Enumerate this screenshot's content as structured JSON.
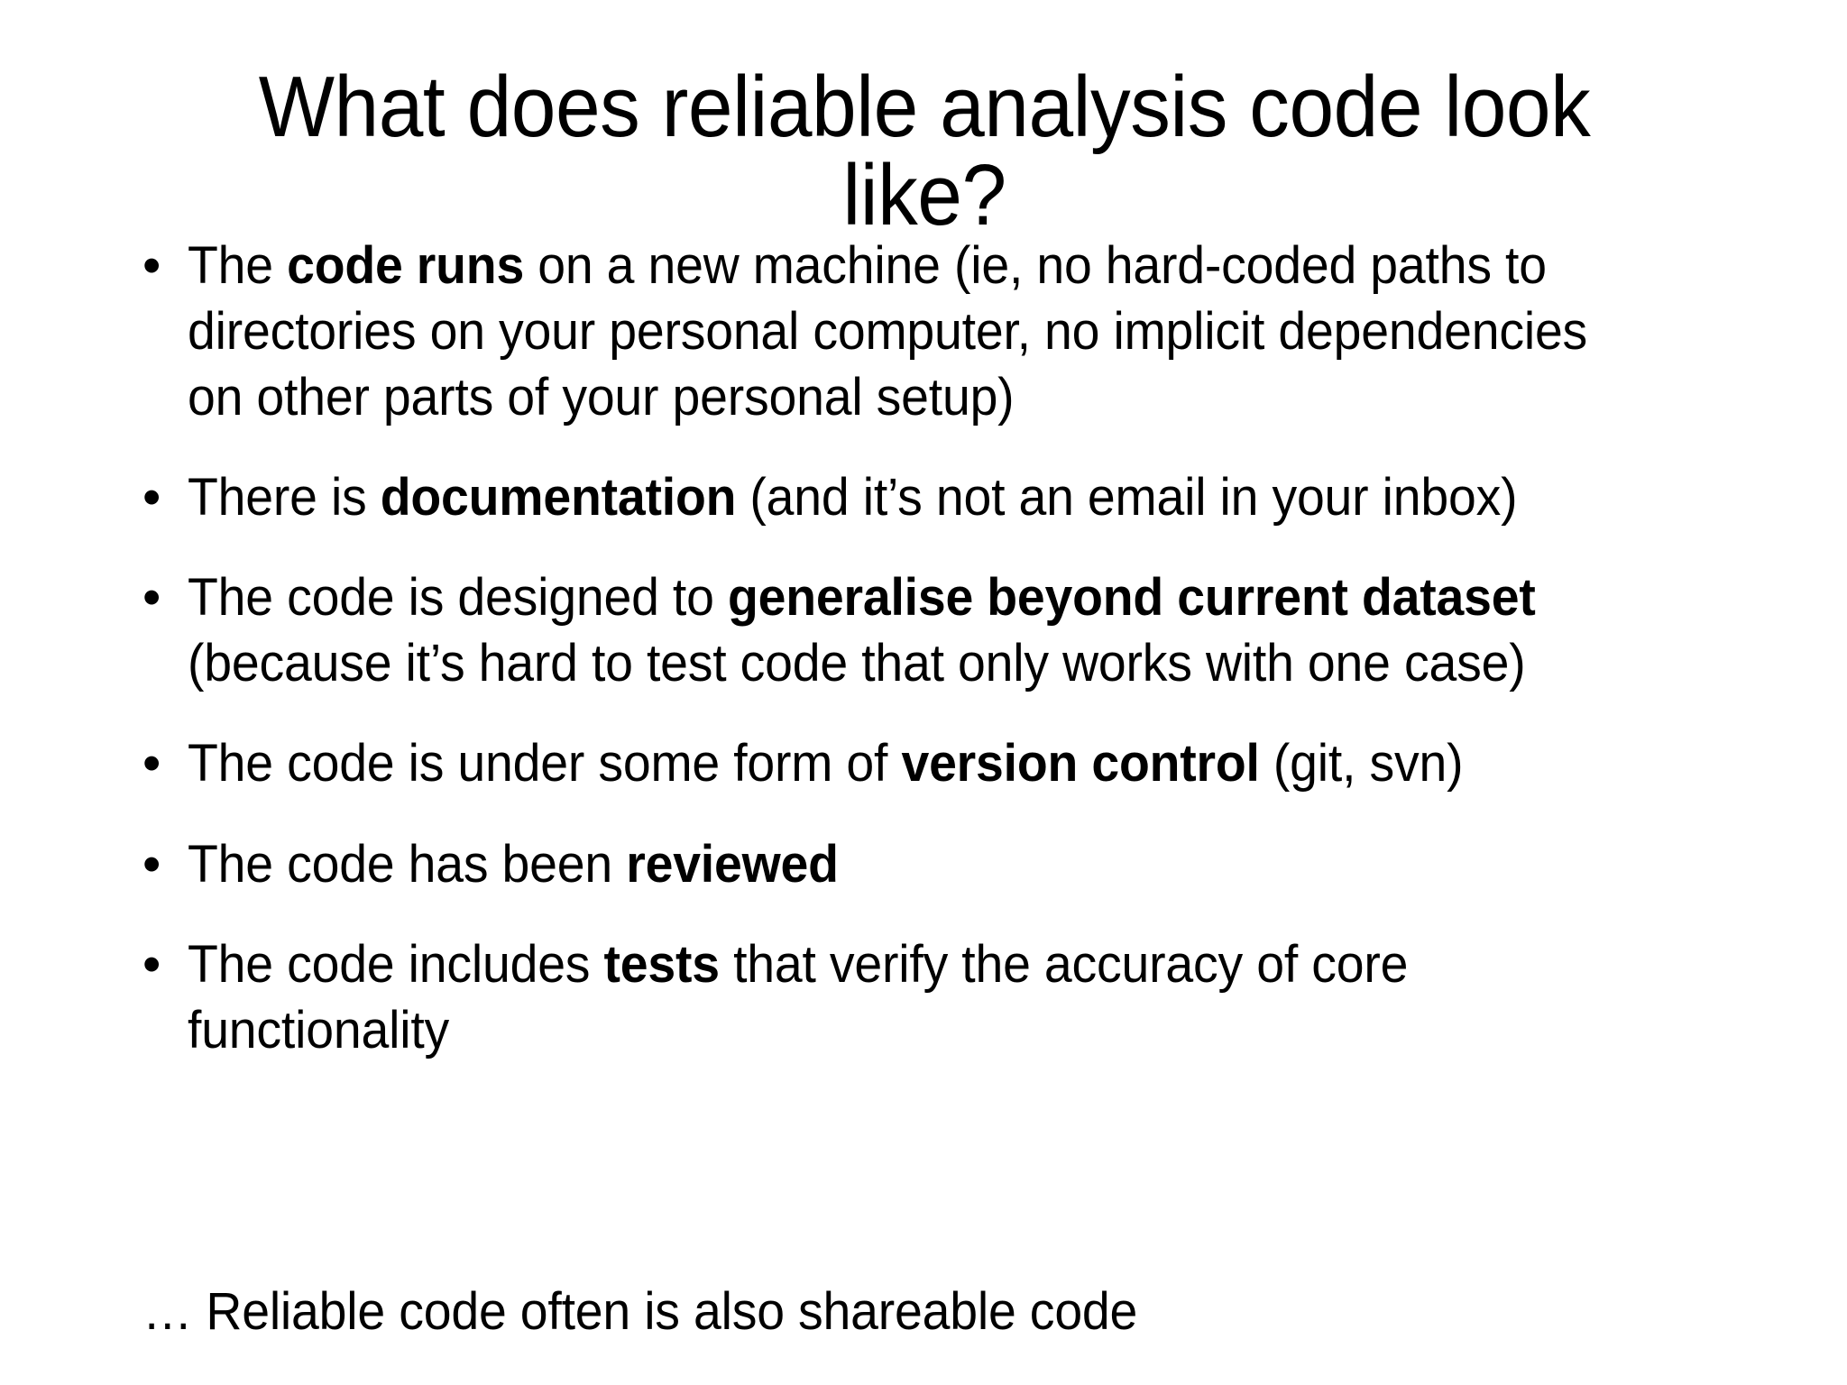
{
  "slide": {
    "title": "What does reliable analysis code look like?",
    "bullet_marker": "•",
    "bullets": [
      {
        "id": "code-runs",
        "segments": [
          {
            "text": "The ",
            "bold": false
          },
          {
            "text": "code runs",
            "bold": true
          },
          {
            "text": " on a new machine (ie, no hard-coded paths to directories on your personal computer, no implicit dependencies on other parts of your personal setup)",
            "bold": false
          }
        ],
        "plain": "The code runs on a new machine (ie, no hard-coded paths to directories on your personal computer, no implicit dependencies on other parts of your personal setup)"
      },
      {
        "id": "documentation",
        "segments": [
          {
            "text": "There is ",
            "bold": false
          },
          {
            "text": "documentation",
            "bold": true
          },
          {
            "text": " (and it’s not an email in your inbox)",
            "bold": false
          }
        ],
        "plain": "There is documentation (and it’s not an email in your inbox)"
      },
      {
        "id": "generalise",
        "segments": [
          {
            "text": "The code is designed to ",
            "bold": false
          },
          {
            "text": "generalise beyond current dataset",
            "bold": true
          },
          {
            "text": " (because it’s hard to test code that only works with one case)",
            "bold": false
          }
        ],
        "plain": "The code is designed to generalise beyond current dataset (because it’s hard to test code that only works with one case)"
      },
      {
        "id": "version-control",
        "segments": [
          {
            "text": "The code is under some form of ",
            "bold": false
          },
          {
            "text": "version control",
            "bold": true
          },
          {
            "text": " (git, svn)",
            "bold": false
          }
        ],
        "plain": "The code is under some form of version control (git, svn)"
      },
      {
        "id": "reviewed",
        "segments": [
          {
            "text": "The code has been ",
            "bold": false
          },
          {
            "text": "reviewed",
            "bold": true
          }
        ],
        "plain": "The code has been reviewed"
      },
      {
        "id": "tests",
        "segments": [
          {
            "text": "The code includes ",
            "bold": false
          },
          {
            "text": "tests",
            "bold": true
          },
          {
            "text": " that verify the accuracy of core functionality",
            "bold": false
          }
        ],
        "plain": "The code includes tests that verify the accuracy of core functionality"
      }
    ],
    "closing_note": "… Reliable code often is also shareable code",
    "colors": {
      "background": "#ffffff",
      "text": "#000000"
    }
  }
}
